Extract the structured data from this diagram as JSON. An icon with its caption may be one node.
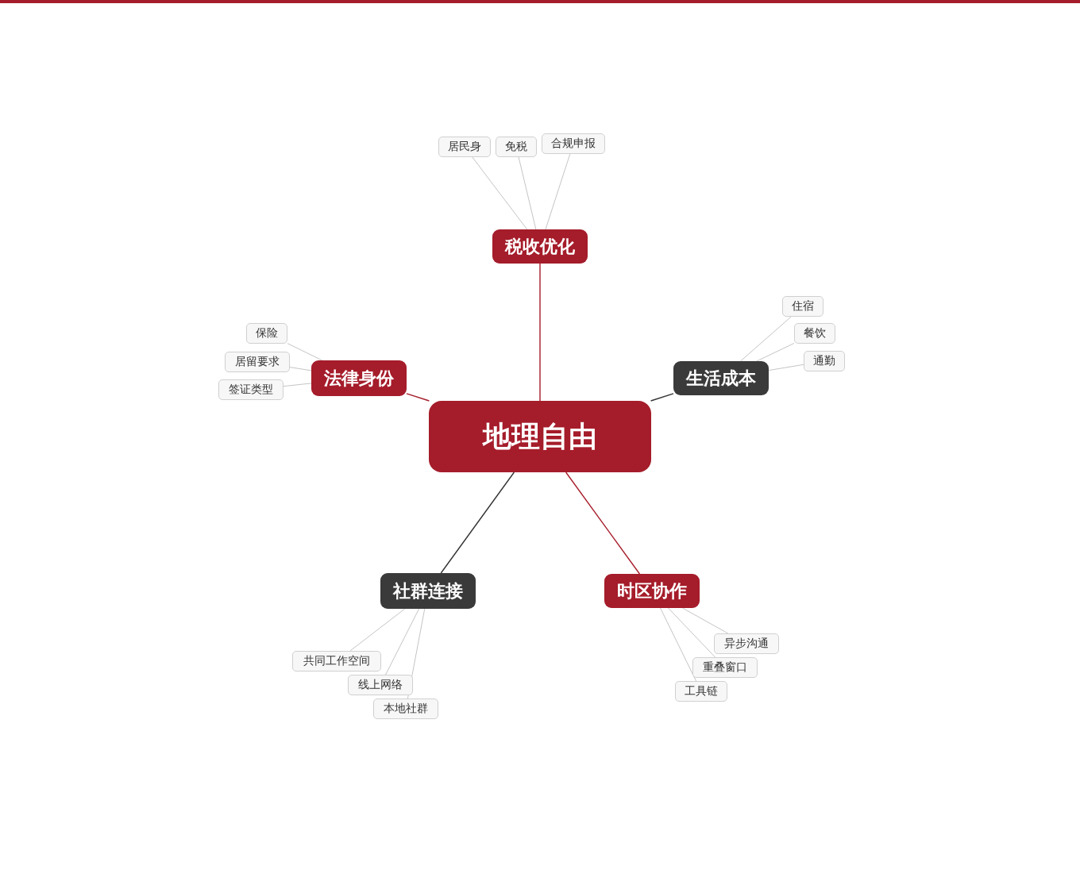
{
  "diagram": {
    "nodes": [
      {
        "text": [
          "地理自由"
        ]
      },
      {
        "text": [
          "税收优化"
        ]
      },
      {
        "text": [
          "居民身"
        ]
      },
      {
        "text": [
          "免税"
        ]
      },
      {
        "text": [
          "合规申报"
        ]
      },
      {
        "text": [
          "生活成本"
        ]
      },
      {
        "text": [
          "住宿"
        ]
      },
      {
        "text": [
          "餐饮"
        ]
      },
      {
        "text": [
          "通勤"
        ]
      },
      {
        "text": [
          "时区协作"
        ]
      },
      {
        "text": [
          "异步沟通"
        ]
      },
      {
        "text": [
          "重叠窗口"
        ]
      },
      {
        "text": [
          "工具链"
        ]
      },
      {
        "text": [
          "社群连接"
        ]
      },
      {
        "text": [
          "共同工作空间"
        ]
      },
      {
        "text": [
          "线上网络"
        ]
      },
      {
        "text": [
          "本地社群"
        ]
      },
      {
        "text": [
          "法律身份"
        ]
      },
      {
        "text": [
          "保险"
        ]
      },
      {
        "text": [
          "居留要求"
        ]
      },
      {
        "text": [
          "签证类型"
        ]
      }
    ],
    "edges": [
      {
        "from": 0,
        "to": 1,
        "arrow": "none",
        "color": "#a51c2a"
      },
      {
        "from": 0,
        "to": 5,
        "arrow": "none",
        "color": "#333333"
      },
      {
        "from": 0,
        "to": 9,
        "arrow": "none",
        "color": "#a51c2a"
      },
      {
        "from": 0,
        "to": 13,
        "arrow": "none",
        "color": "#333333"
      },
      {
        "from": 0,
        "to": 17,
        "arrow": "none",
        "color": "#a51c2a"
      },
      {
        "from": 1,
        "to": 2,
        "arrow": "none"
      },
      {
        "from": 1,
        "to": 3,
        "arrow": "none"
      },
      {
        "from": 1,
        "to": 4,
        "arrow": "none"
      },
      {
        "from": 5,
        "to": 6,
        "arrow": "none"
      },
      {
        "from": 5,
        "to": 7,
        "arrow": "none"
      },
      {
        "from": 5,
        "to": 8,
        "arrow": "none"
      },
      {
        "from": 9,
        "to": 10,
        "arrow": "none"
      },
      {
        "from": 9,
        "to": 11,
        "arrow": "none"
      },
      {
        "from": 9,
        "to": 12,
        "arrow": "none"
      },
      {
        "from": 13,
        "to": 14,
        "arrow": "none"
      },
      {
        "from": 13,
        "to": 15,
        "arrow": "none"
      },
      {
        "from": 13,
        "to": 16,
        "arrow": "none"
      },
      {
        "from": 17,
        "to": 18,
        "arrow": "none"
      },
      {
        "from": 17,
        "to": 19,
        "arrow": "none"
      },
      {
        "from": 17,
        "to": 20,
        "arrow": "none"
      }
    ]
  }
}
